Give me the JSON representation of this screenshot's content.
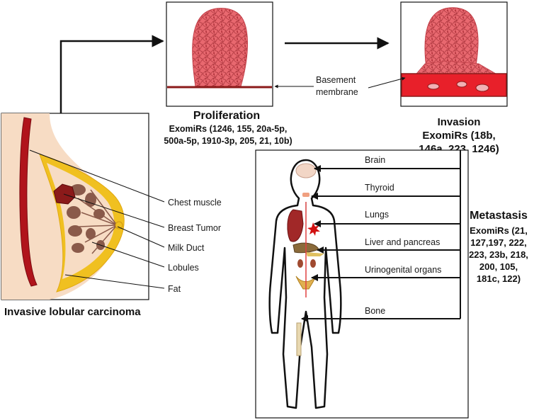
{
  "proliferation": {
    "title": "Proliferation",
    "lines": [
      "ExomiRs (1246, 155, 20a-5p,",
      "500a-5p, 1910-3p, 205, 21, 10b)"
    ]
  },
  "invasion": {
    "title": "Invasion",
    "lines": [
      "ExomiRs (18b,",
      "146a, 223, 1246)"
    ]
  },
  "metastasis": {
    "title": "Metastasis",
    "lines": [
      "ExomiRs (21,",
      "127,197, 222,",
      "223, 23b, 218,",
      "200, 105,",
      "181c, 122)"
    ]
  },
  "basement": {
    "line1": "Basement",
    "line2": "membrane"
  },
  "breast": {
    "caption": "Invasive lobular carcinoma",
    "labels": {
      "chest_muscle": "Chest muscle",
      "breast_tumor": "Breast Tumor",
      "milk_duct": "Milk Duct",
      "lobules": "Lobules",
      "fat": "Fat"
    }
  },
  "organs": {
    "brain": "Brain",
    "thyroid": "Thyroid",
    "lungs": "Lungs",
    "liver": "Liver and pancreas",
    "urinogenital": "Urinogenital organs",
    "bone": "Bone"
  },
  "colors": {
    "tumor_fill": "#e8686f",
    "tumor_cell_line": "#a8323a",
    "membrane": "#8b1a1a",
    "invasion_band": "#e8202a",
    "muscle": "#b0141b",
    "breast_skin": "#f7dcc4",
    "fat": "#f0c020",
    "lobule": "#8a5a4a"
  }
}
